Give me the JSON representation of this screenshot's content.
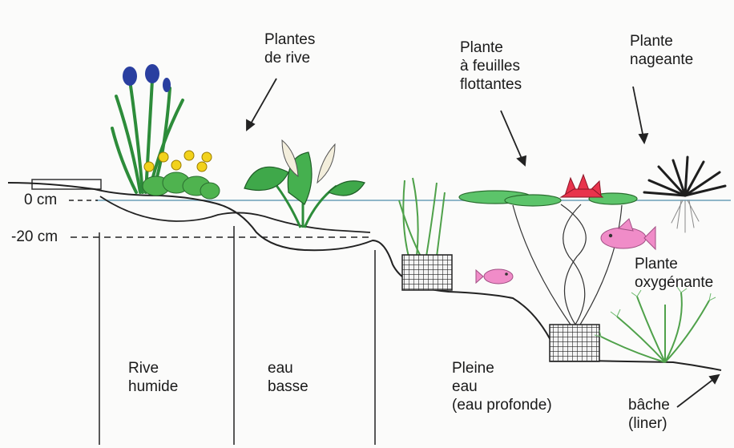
{
  "depth_labels": {
    "surface": "0 cm",
    "shallow": "-20 cm"
  },
  "labels": {
    "plantes_rive": [
      "Plantes",
      "de rive"
    ],
    "feuilles_flottantes": [
      "Plante",
      "à feuilles",
      "flottantes"
    ],
    "nageante": [
      "Plante",
      "nageante"
    ],
    "oxygenante": [
      "Plante",
      "oxygénante"
    ],
    "rive_humide": [
      "Rive",
      "humide"
    ],
    "eau_basse": [
      "eau",
      "basse"
    ],
    "pleine_eau": [
      "Pleine",
      "eau",
      "(eau profonde)"
    ],
    "bache": [
      "bâche",
      "(liner)"
    ]
  },
  "colors": {
    "water_line": "#8fb6c8",
    "iris": "#2a3fa0",
    "primrose": "#f2d21c",
    "leaf": "#3fa84a",
    "lily_pad": "#5cc46a",
    "water_lily": "#e8344c",
    "fish": "#f08cc8",
    "basket": "#222222"
  }
}
